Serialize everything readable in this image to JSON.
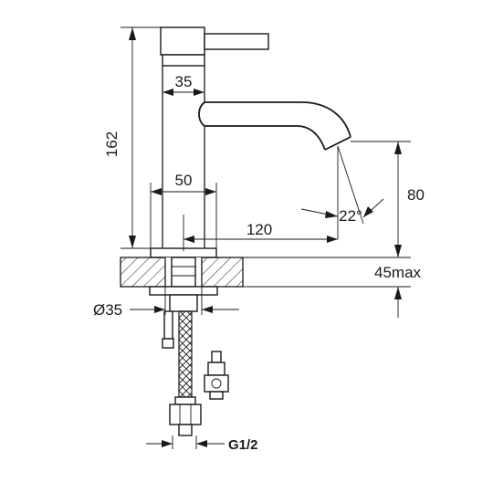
{
  "dimensions": {
    "total_height": "162",
    "lever_width": "35",
    "body_width": "50",
    "spout_reach": "120",
    "spout_angle": "22°",
    "spout_height": "80",
    "deck_thickness": "45max",
    "hole_diameter": "Ø35",
    "connection": "G1/2"
  }
}
